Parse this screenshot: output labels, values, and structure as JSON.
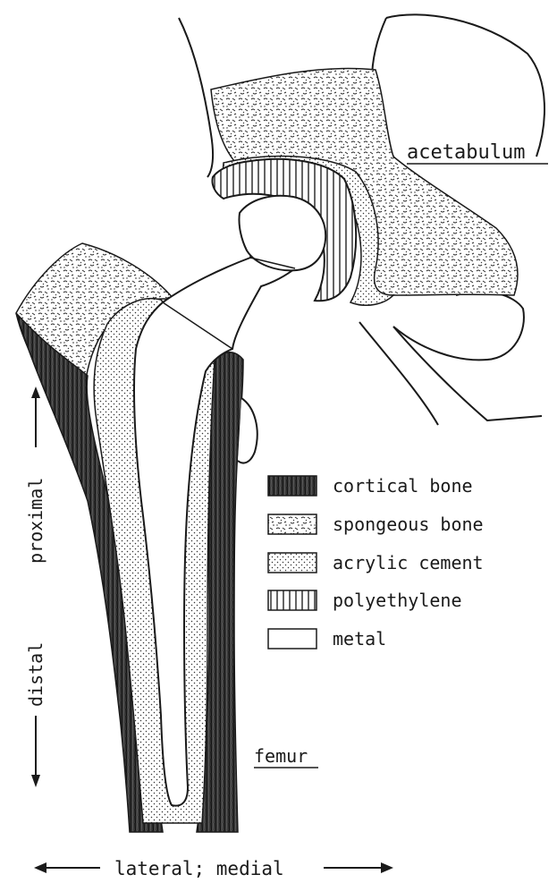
{
  "labels": {
    "acetabulum": "acetabulum",
    "femur": "femur",
    "proximal": "proximal",
    "distal": "distal",
    "lateral_medial": "lateral; medial"
  },
  "legend": [
    {
      "key": "cortical",
      "label": "cortical bone"
    },
    {
      "key": "spongeous",
      "label": "spongeous bone"
    },
    {
      "key": "cement",
      "label": "acrylic cement"
    },
    {
      "key": "poly",
      "label": "polyethylene"
    },
    {
      "key": "metal",
      "label": "metal"
    }
  ],
  "colors": {
    "ink": "#1a1a1a",
    "paper": "#ffffff",
    "cortical": "#2b2b2b"
  }
}
